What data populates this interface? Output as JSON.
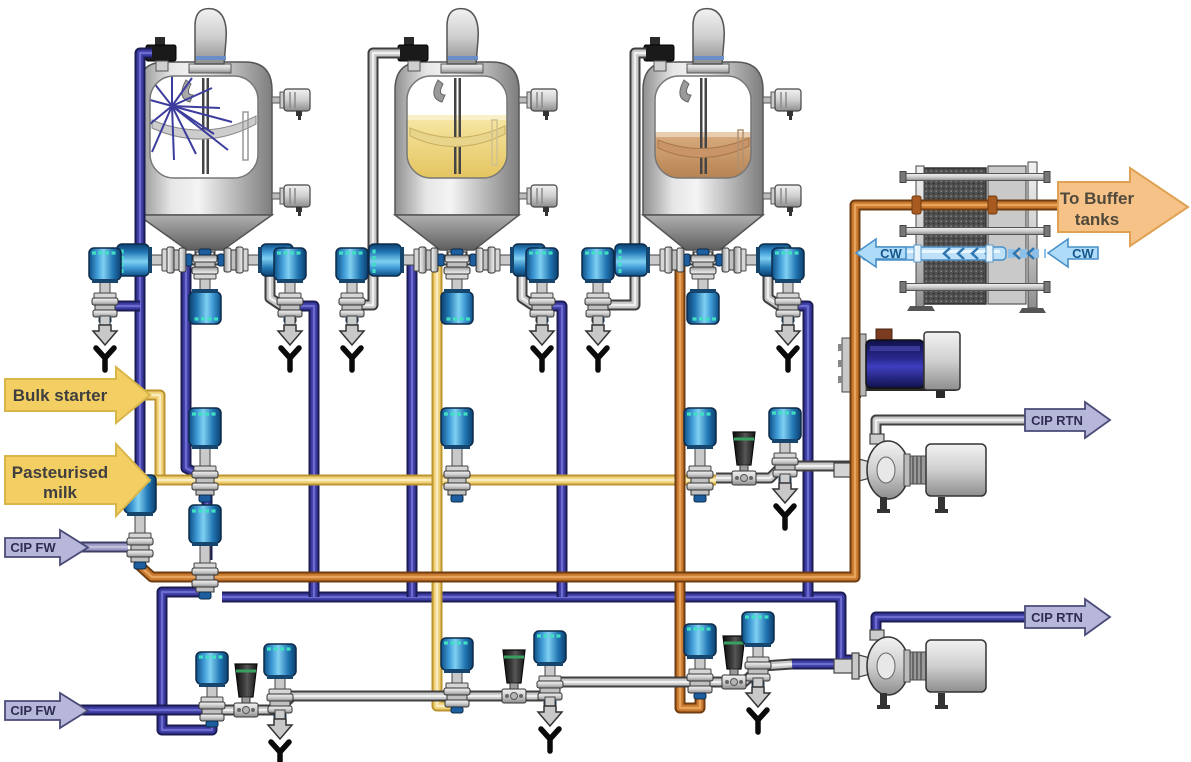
{
  "diagram": {
    "type": "process-flow",
    "description": "Dairy bulk starter / fermentation plant with three agitated tanks, CIP circuits, plate cooler, pumps and mixproof valve matrix"
  },
  "labels": {
    "bulk_starter": "Bulk starter",
    "pasteurised_1": "Pasteurised",
    "pasteurised_2": "milk",
    "cip_fw_1": "CIP FW",
    "cip_fw_2": "CIP FW",
    "cip_rtn_1": "CIP RTN",
    "cip_rtn_2": "CIP RTN",
    "to_buffer_1": "To Buffer",
    "to_buffer_2": "tanks",
    "cw_left": "CW",
    "cw_right": "CW"
  },
  "colors": {
    "pipes": {
      "navy": {
        "edge": "#1c1c55",
        "body": "#3a3aa0",
        "core": "#6b6bd0"
      },
      "yellow": {
        "edge": "#bb9430",
        "body": "#f0d175",
        "core": "#f9ecc0"
      },
      "orange": {
        "edge": "#6e3c10",
        "body": "#c8792e",
        "core": "#e8a35c"
      },
      "gray": {
        "edge": "#3f3f3f",
        "body": "#c6c6c6",
        "core": "#efefef"
      },
      "lavender": {
        "edge": "#3f3f66",
        "body": "#9a9ac4",
        "core": "#c0c0dd"
      }
    },
    "arrows": {
      "product_yellow": "#f3cf63",
      "product_yellow_edge": "#d9b64a",
      "cip": "#b7b7d9",
      "cip_edge": "#4a4a78",
      "buffer": "#f6c287",
      "buffer_edge": "#dfa254",
      "cw": "#aedcf8",
      "cw_edge": "#4a90c8",
      "text_dark": "#3f3f3f",
      "text_cip": "#2e2e52",
      "text_cw": "#14568c"
    },
    "tank_contents": {
      "tank1_spray": "#3d3d9d",
      "tank2_liquid": "#efdb8e",
      "tank3_liquid": "#c99a6c"
    }
  },
  "components": {
    "tanks": [
      {
        "name": "starter-tank-1",
        "content": "CIP spray active"
      },
      {
        "name": "starter-tank-2",
        "content": "pale yellow liquid"
      },
      {
        "name": "starter-tank-3",
        "content": "brown liquid"
      }
    ],
    "pumps": [
      {
        "name": "transfer-pump"
      },
      {
        "name": "cip-return-pump-1"
      },
      {
        "name": "cip-return-pump-2"
      }
    ],
    "heat_exchanger": {
      "name": "plate-cooler"
    },
    "drain_count": 10
  }
}
